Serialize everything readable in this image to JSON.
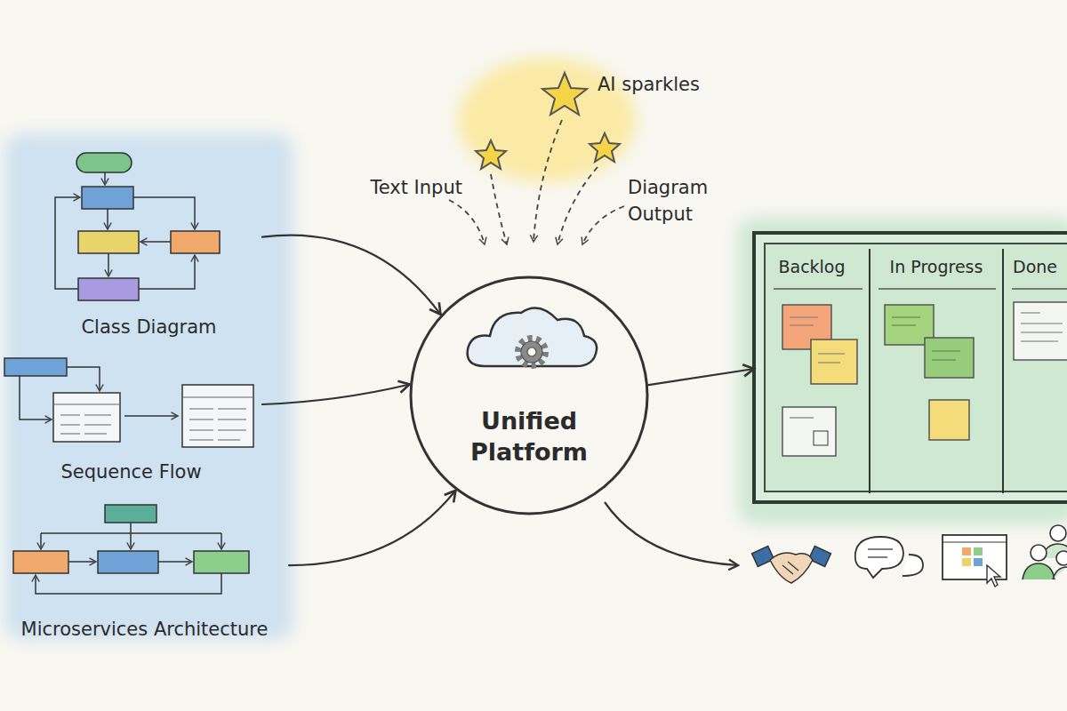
{
  "diagram": {
    "nodes": [
      {
        "text": [
          "Class Diagram"
        ]
      },
      {
        "text": [
          "Sequence Flow"
        ]
      },
      {
        "text": [
          "Microservices Architecture"
        ]
      },
      {
        "text": [
          "Unified Platform"
        ]
      },
      {
        "text": [
          "Backlog"
        ]
      },
      {
        "text": [
          "In Progress"
        ]
      },
      {
        "text": [
          "Done"
        ]
      }
    ],
    "edges": [
      {
        "from": 0,
        "to": 3,
        "arrow": "to"
      },
      {
        "from": 1,
        "to": 3,
        "arrow": "to"
      },
      {
        "from": 2,
        "to": 3,
        "arrow": "to"
      },
      {
        "from": 3,
        "to": 4,
        "arrow": "to"
      }
    ],
    "labels": [
      "AI sparkles",
      "Text Input",
      "Diagram Output"
    ]
  }
}
